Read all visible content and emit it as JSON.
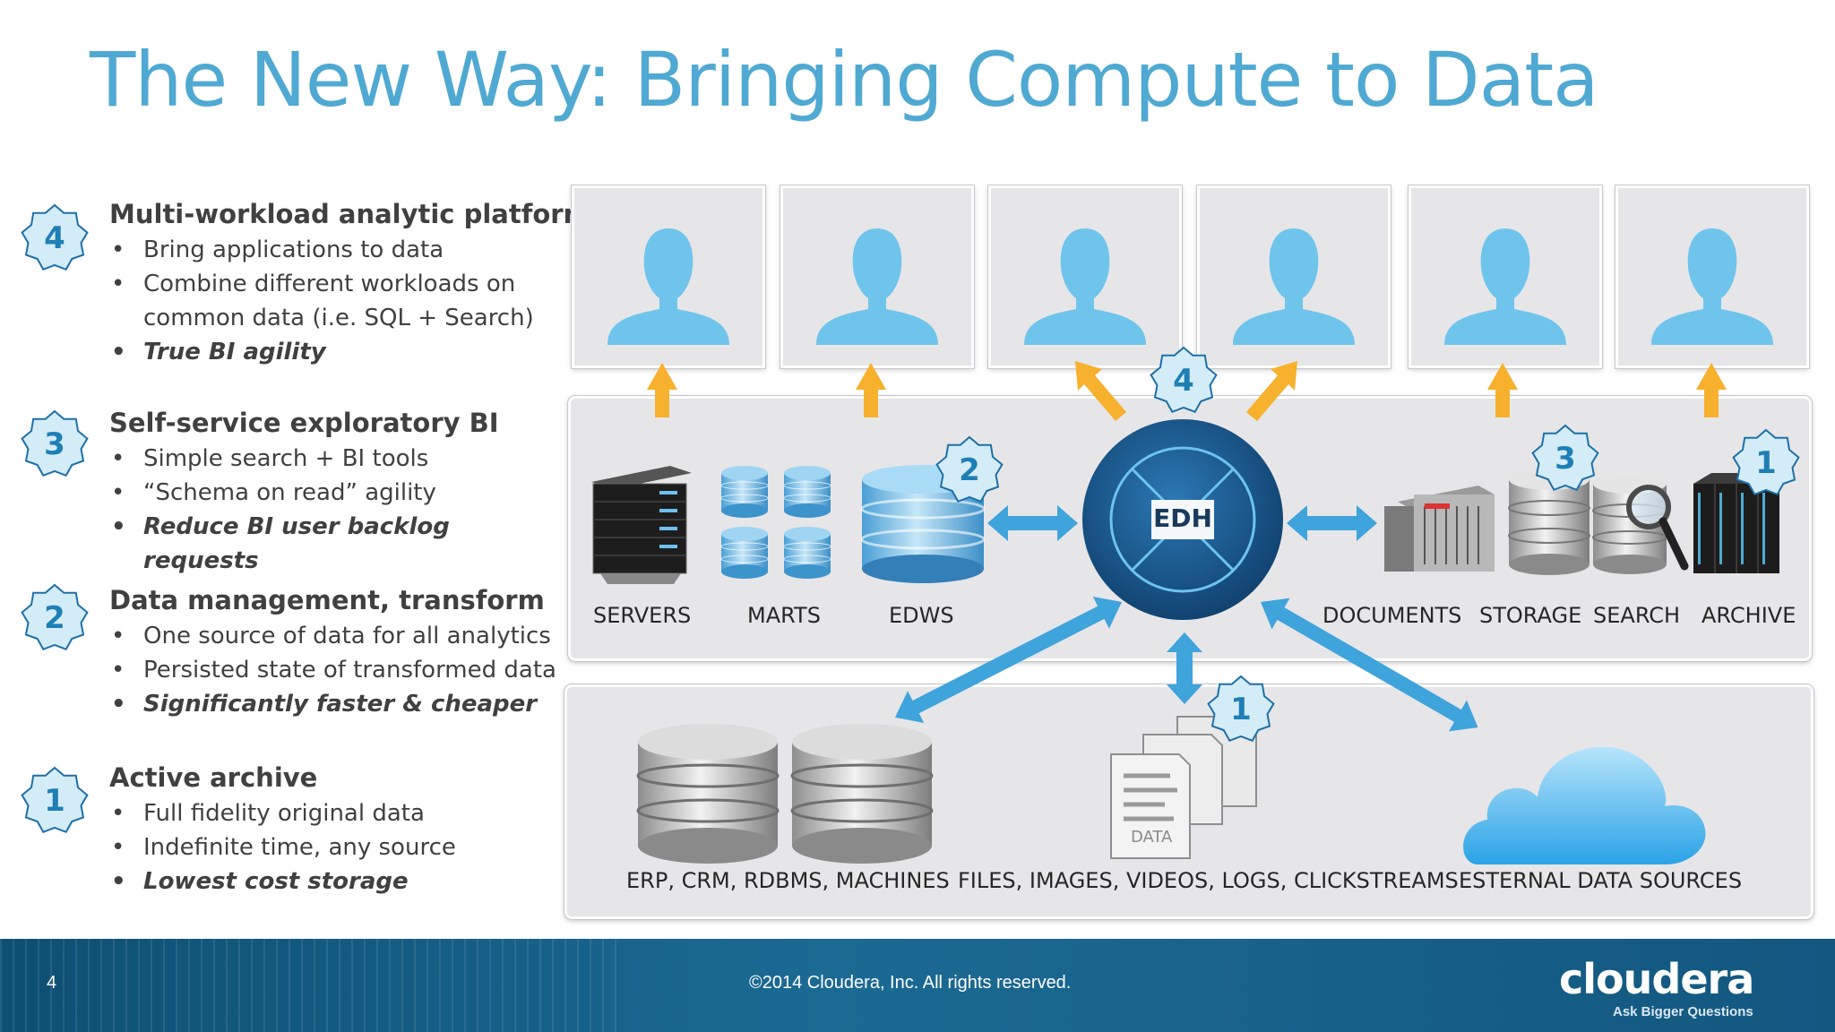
{
  "title": "The New Way: Bringing Compute to Data",
  "sections": [
    {
      "number": "4",
      "heading": "Multi-workload analytic platform",
      "bullets": [
        "Bring applications to data",
        "Combine different workloads on common data (i.e. SQL + Search)",
        "True BI agility"
      ]
    },
    {
      "number": "3",
      "heading": "Self-service exploratory BI",
      "bullets": [
        "Simple search + BI tools",
        "“Schema on read” agility",
        "Reduce BI user backlog requests"
      ]
    },
    {
      "number": "2",
      "heading": "Data management, transform",
      "bullets": [
        "One source of data for all analytics",
        "Persisted state of transformed data",
        "Significantly faster & cheaper"
      ]
    },
    {
      "number": "1",
      "heading": "Active archive",
      "bullets": [
        "Full fidelity original data",
        "Indefinite time, any source",
        "Lowest cost storage"
      ]
    }
  ],
  "diagram": {
    "hub_label": "EDH",
    "middle_labels": {
      "servers": "SERVERS",
      "marts": "MARTS",
      "edws": "EDWS",
      "documents": "DOCUMENTS",
      "storage": "STORAGE",
      "search": "SEARCH",
      "archive": "ARCHIVE"
    },
    "bottom_labels": {
      "databases": "ERP, CRM, RDBMS, MACHINES",
      "files": "FILES, IMAGES, VIDEOS, LOGS, CLICKSTREAMS",
      "external": "ESTERNAL DATA SOURCES"
    },
    "file_icon_label": "DATA",
    "badges": {
      "edws": "2",
      "hub": "4",
      "storage": "3",
      "archive": "1",
      "files": "1"
    }
  },
  "footer": {
    "page_number": "4",
    "copyright": "©2014 Cloudera, Inc. All rights reserved.",
    "brand": "cloudera",
    "tagline": "Ask Bigger Questions"
  },
  "colors": {
    "title": "#4fa9d2",
    "badge_fill": "#d4ecf7",
    "badge_text": "#1e7fb5",
    "arrow_orange": "#f7b12e",
    "arrow_blue": "#3fa3dc",
    "hub": "#1a4f80",
    "footer": "#145b85"
  }
}
